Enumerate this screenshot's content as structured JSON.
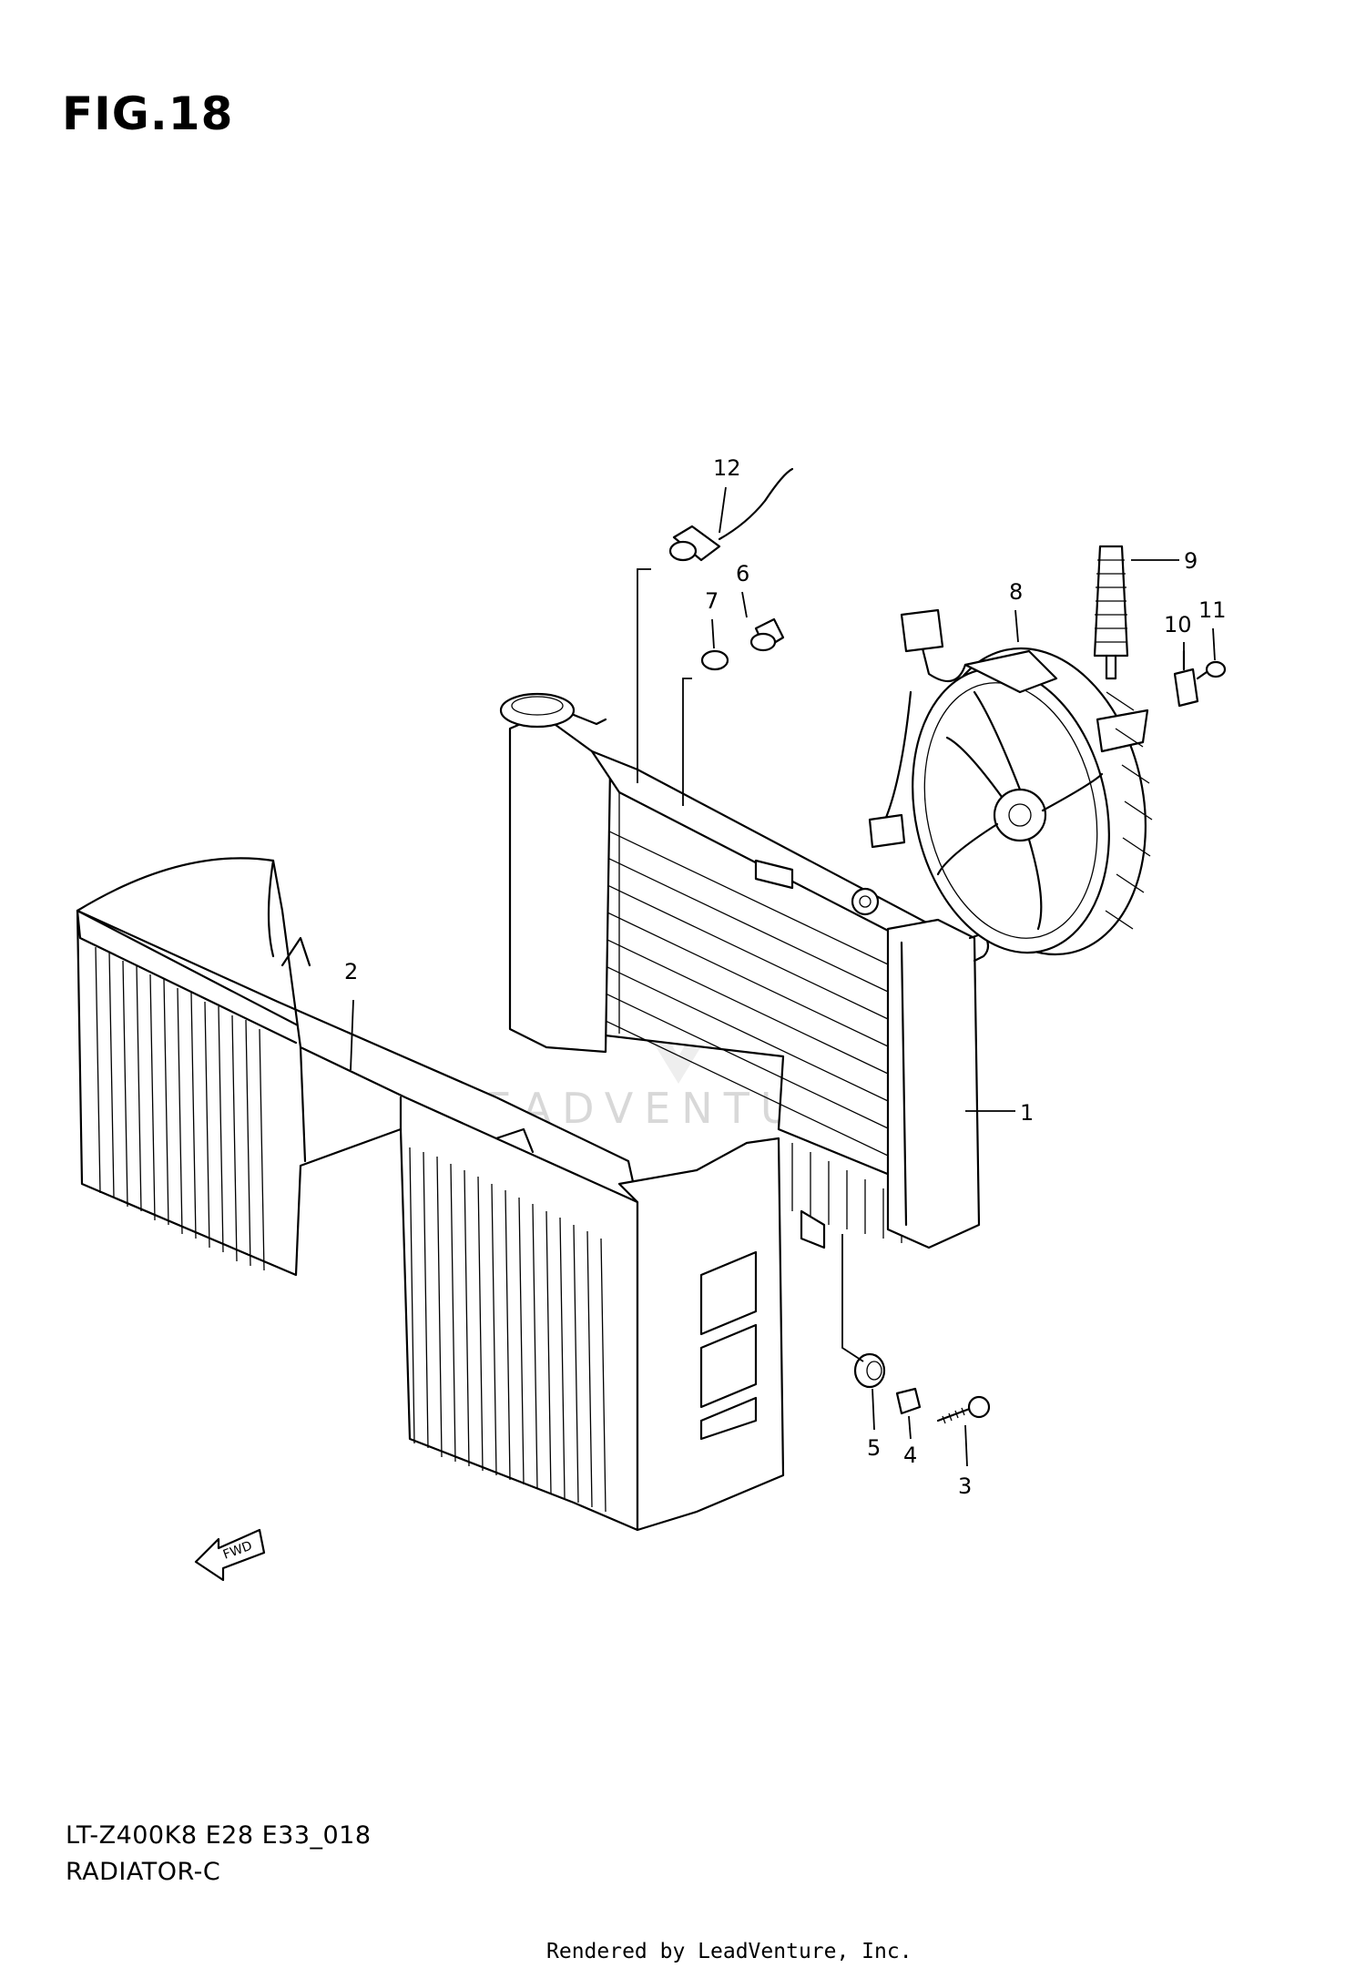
{
  "figure": {
    "title": "FIG.18",
    "model_code": "LT-Z400K8 E28 E33_018",
    "section_name": "RADIATOR-C",
    "rendered_by": "Rendered by LeadVenture, Inc.",
    "watermark": "LEADVENTURE"
  },
  "callouts": [
    "1",
    "2",
    "3",
    "4",
    "5",
    "6",
    "7",
    "8",
    "9",
    "10",
    "11",
    "12"
  ],
  "fwd_label": "FWD",
  "colors": {
    "line": "#000000",
    "background": "#ffffff",
    "watermark": "#d8d8d8"
  }
}
